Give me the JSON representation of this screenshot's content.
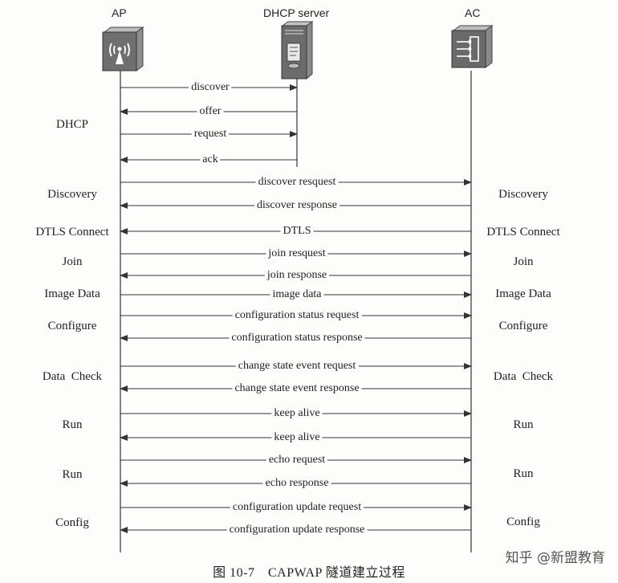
{
  "entities": {
    "ap": "AP",
    "dhcp": "DHCP server",
    "ac": "AC"
  },
  "left_phases": [
    "DHCP",
    "Discovery",
    "DTLS Connect",
    "Join",
    "Image Data",
    "Configure",
    "Data  Check",
    "Run",
    "Run",
    "Config"
  ],
  "right_phases": [
    "Discovery",
    "DTLS Connect",
    "Join",
    "Image Data",
    "Configure",
    "Data  Check",
    "Run",
    "Run",
    "Config"
  ],
  "messages": [
    {
      "label": "discover",
      "from": "ap",
      "to": "dhcp"
    },
    {
      "label": "offer",
      "from": "dhcp",
      "to": "ap"
    },
    {
      "label": "request",
      "from": "ap",
      "to": "dhcp"
    },
    {
      "label": "ack",
      "from": "dhcp",
      "to": "ap"
    },
    {
      "label": "discover resquest",
      "from": "ap",
      "to": "ac"
    },
    {
      "label": "discover response",
      "from": "ac",
      "to": "ap"
    },
    {
      "label": "DTLS",
      "from": "ac",
      "to": "ap"
    },
    {
      "label": "join resquest",
      "from": "ap",
      "to": "ac"
    },
    {
      "label": "join response",
      "from": "ac",
      "to": "ap"
    },
    {
      "label": "image data",
      "from": "ap",
      "to": "ac"
    },
    {
      "label": "configuration status request",
      "from": "ap",
      "to": "ac"
    },
    {
      "label": "configuration status response",
      "from": "ac",
      "to": "ap"
    },
    {
      "label": "change state event request",
      "from": "ap",
      "to": "ac"
    },
    {
      "label": "change state event response",
      "from": "ac",
      "to": "ap"
    },
    {
      "label": "keep alive",
      "from": "ap",
      "to": "ac"
    },
    {
      "label": "keep alive",
      "from": "ac",
      "to": "ap"
    },
    {
      "label": "echo request",
      "from": "ap",
      "to": "ac"
    },
    {
      "label": "echo response",
      "from": "ac",
      "to": "ap"
    },
    {
      "label": "configuration update request",
      "from": "ap",
      "to": "ac"
    },
    {
      "label": "configuration update response",
      "from": "ac",
      "to": "ap"
    }
  ],
  "caption": "图 10-7　CAPWAP 隧道建立过程",
  "watermark": "知乎 @新盟教育"
}
